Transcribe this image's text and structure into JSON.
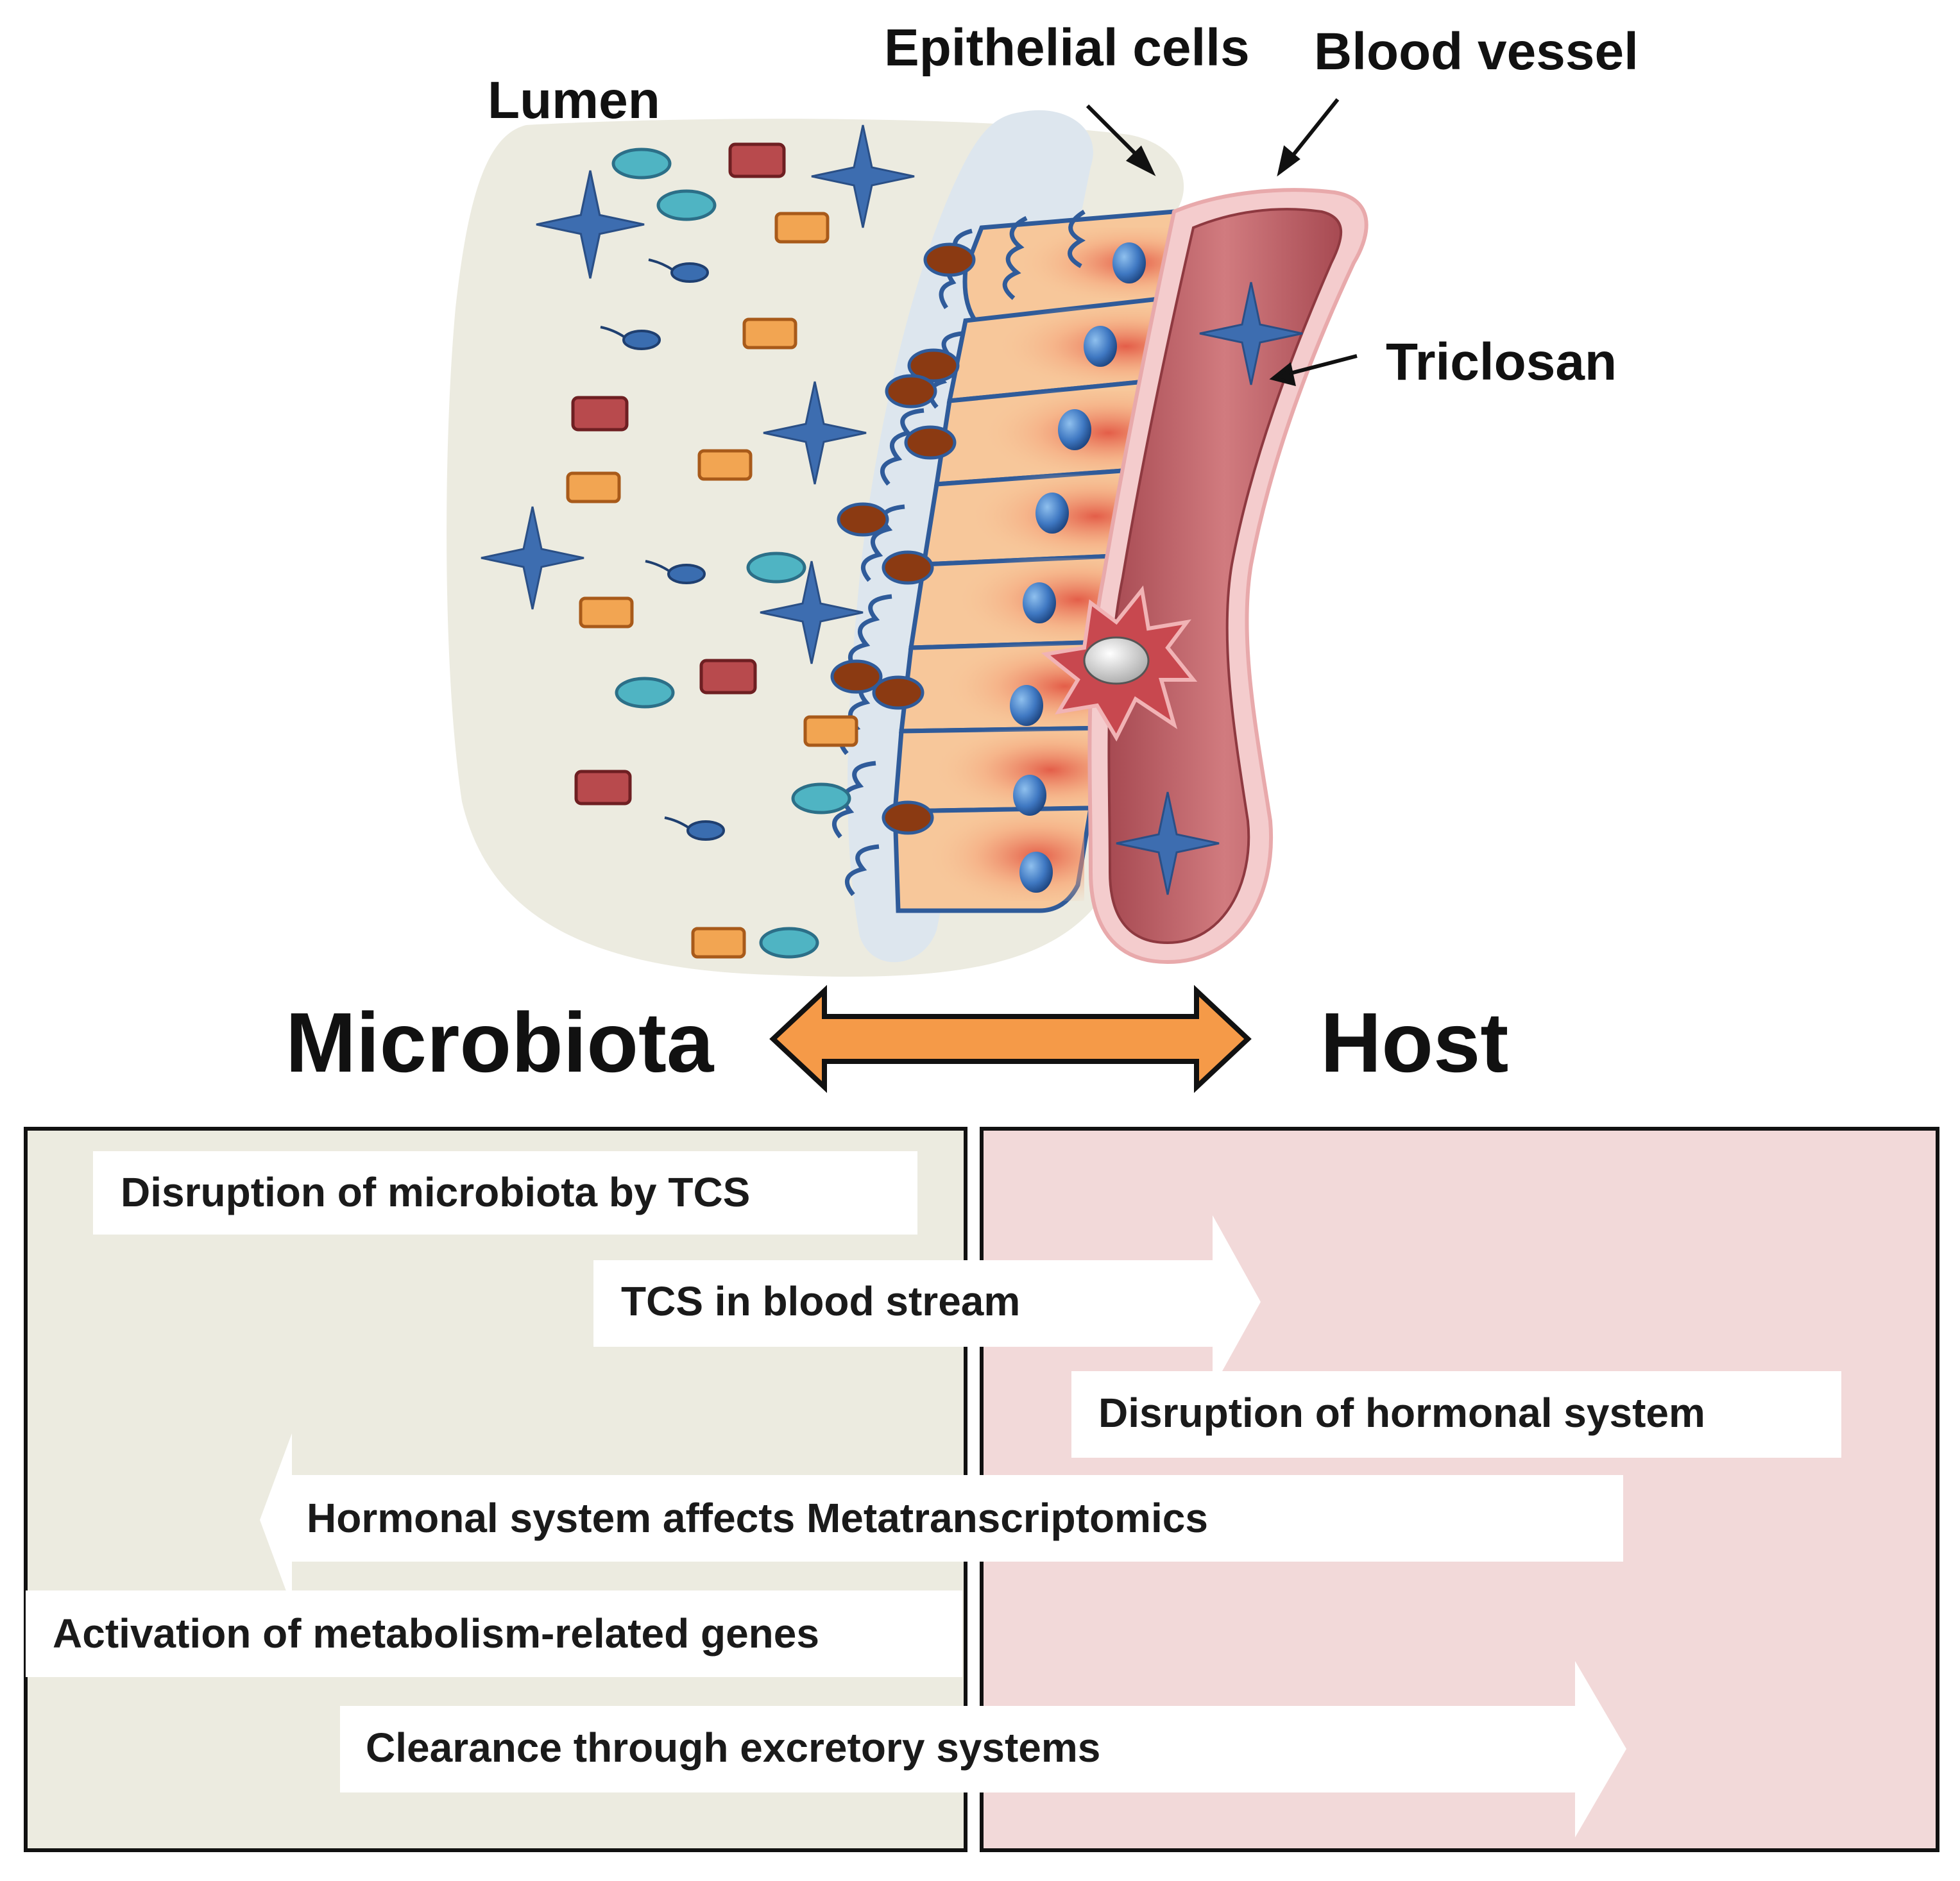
{
  "labels": {
    "lumen": "Lumen",
    "epithelial": "Epithelial cells",
    "blood_vessel": "Blood vessel",
    "triclosan": "Triclosan",
    "microbiota": "Microbiota",
    "host": "Host"
  },
  "steps": [
    "Disruption of microbiota by TCS",
    "TCS in blood stream",
    "Disruption of hormonal system",
    "Hormonal system affects Metatranscriptomics",
    "Activation of metabolism-related genes",
    "Clearance through excretory systems"
  ],
  "colors": {
    "lumen_bg": "#ecebe0",
    "mucus": "#dde6ee",
    "epithelium": "#f7c79a",
    "epithelium_outline": "#2f5b9a",
    "nucleus": "#3f78c2",
    "vessel": "#c7686e",
    "vessel_rim": "#f4cccd",
    "star": "#3d6db0",
    "bacteria_teal": "#4fb4c3",
    "bacteria_orange": "#f2a552",
    "bacteria_red": "#b84a4d",
    "bacteria_brown": "#8b3a12",
    "arrow_fill": "#f59a48",
    "left_panel": "#ecebe0",
    "right_panel": "#f2d9d9",
    "step_box": "#ffffff"
  }
}
